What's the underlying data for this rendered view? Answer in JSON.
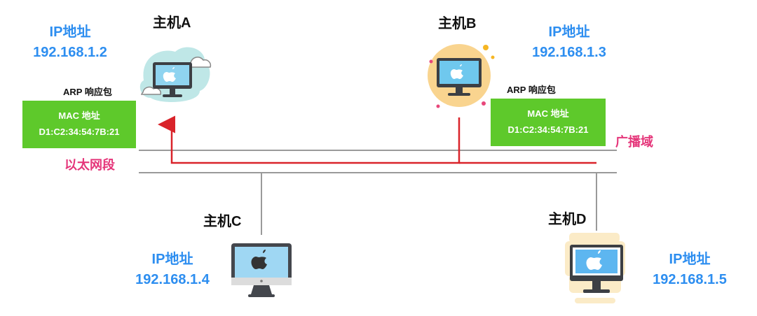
{
  "labels": {
    "ip_title": "IP地址",
    "ethernet_segment": "以太网段",
    "broadcast_domain": "广播域"
  },
  "colors": {
    "ip_text": "#2d8ef0",
    "mac_box": "#5ec92b",
    "arp_path": "#d9232a",
    "segment_label": "#e5367a",
    "ethernet_line": "#9a9a9a"
  },
  "hosts": {
    "a": {
      "name": "主机A",
      "ip": "192.168.1.2",
      "icon": "monitor-with-clouds"
    },
    "b": {
      "name": "主机B",
      "ip": "192.168.1.3",
      "icon": "monitor-in-orange-circle"
    },
    "c": {
      "name": "主机C",
      "ip": "192.168.1.4",
      "icon": "imac"
    },
    "d": {
      "name": "主机D",
      "ip": "192.168.1.5",
      "icon": "monitor-blue-screen"
    }
  },
  "arp_a": {
    "title": "ARP 响应包",
    "mac_label": "MAC 地址",
    "mac": "D1:C2:34:54:7B:21"
  },
  "arp_b": {
    "title": "ARP 响应包",
    "mac_label": "MAC 地址",
    "mac": "D1:C2:34:54:7B:21"
  }
}
